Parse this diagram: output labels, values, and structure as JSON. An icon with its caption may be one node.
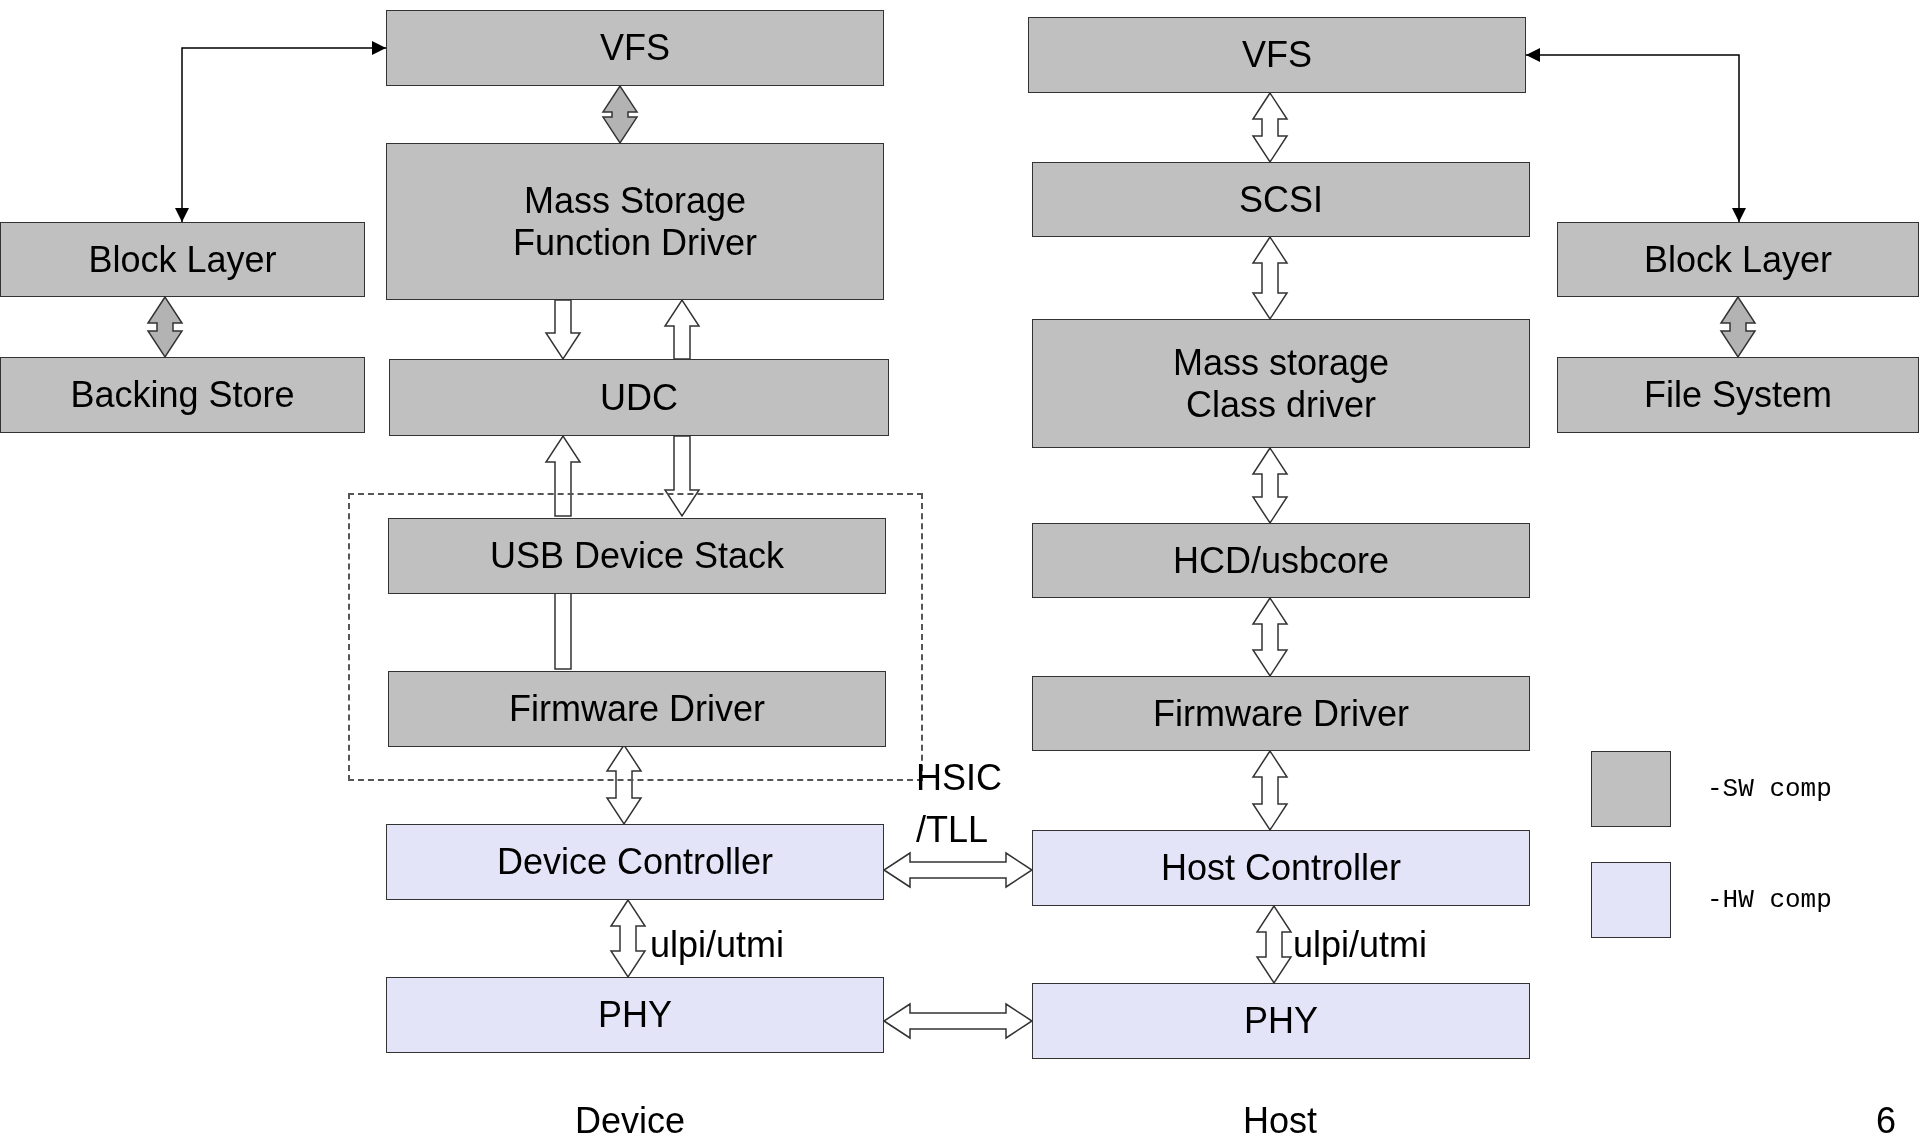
{
  "diagram": {
    "nodes": [
      {
        "text": [
          "VFS"
        ]
      },
      {
        "text": [
          "VFS"
        ]
      },
      {
        "text": [
          "Mass Storage Function Driver"
        ]
      },
      {
        "text": [
          "SCSI"
        ]
      },
      {
        "text": [
          "Block Layer"
        ]
      },
      {
        "text": [
          "Block Layer"
        ]
      },
      {
        "text": [
          "Backing Store"
        ]
      },
      {
        "text": [
          "UDC"
        ]
      },
      {
        "text": [
          "File System"
        ]
      },
      {
        "text": [
          "Mass storage Class driver"
        ]
      },
      {
        "text": [],
        "shape": "box"
      },
      {
        "text": [
          "USB Device Stack"
        ],
        "in": 10
      },
      {
        "text": [
          "HCD/usbcore"
        ]
      },
      {
        "text": [
          "Firmware Driver"
        ],
        "in": 10
      },
      {
        "text": [
          "Firmware Driver"
        ]
      },
      {
        "text": [
          "Device Controller"
        ]
      },
      {
        "text": [
          "Host Controller"
        ]
      },
      {
        "text": [
          "PHY"
        ]
      },
      {
        "text": [
          "PHY"
        ]
      }
    ],
    "edges": [
      {
        "from": 0,
        "to": 4,
        "arrow": "both"
      },
      {
        "from": 0,
        "to": 2,
        "arrow": "both",
        "style": "thick",
        "color": "#b3b3b3"
      },
      {
        "from": 4,
        "to": 6,
        "arrow": "both",
        "style": "thick",
        "color": "#b3b3b3"
      },
      {
        "from": 2,
        "to": 7,
        "arrow": "to",
        "style": "thick"
      },
      {
        "from": 7,
        "to": 2,
        "arrow": "to",
        "style": "thick"
      },
      {
        "from": 13,
        "to": 11,
        "arrow": "none",
        "style": "thick"
      },
      {
        "from": 11,
        "to": 7,
        "arrow": "to",
        "style": "thick"
      },
      {
        "from": 7,
        "to": 11,
        "arrow": "to",
        "style": "thick"
      },
      {
        "from": 13,
        "to": 15,
        "arrow": "both",
        "style": "thick"
      },
      {
        "from": 15,
        "to": 17,
        "arrow": "both",
        "style": "thick"
      },
      {
        "from": 15,
        "to": 16,
        "arrow": "both",
        "style": "thick"
      },
      {
        "from": 17,
        "to": 18,
        "arrow": "both",
        "style": "thick"
      },
      {
        "from": 1,
        "to": 5,
        "arrow": "both"
      },
      {
        "from": 1,
        "to": 3,
        "arrow": "both",
        "style": "thick"
      },
      {
        "from": 3,
        "to": 9,
        "arrow": "both",
        "style": "thick"
      },
      {
        "from": 9,
        "to": 12,
        "arrow": "both",
        "style": "thick"
      },
      {
        "from": 12,
        "to": 14,
        "arrow": "both",
        "style": "thick"
      },
      {
        "from": 14,
        "to": 16,
        "arrow": "both",
        "style": "thick"
      },
      {
        "from": 16,
        "to": 18,
        "arrow": "both",
        "style": "thick"
      },
      {
        "from": 5,
        "to": 8,
        "arrow": "both",
        "style": "thick",
        "color": "#b3b3b3"
      }
    ],
    "labels": [
      "HSIC /TLL",
      "ulpi/utmi",
      "ulpi/utmi",
      "Device",
      "Host",
      "6"
    ],
    "legend": [
      {
        "text": "-SW comp",
        "color": "#c0c0c0"
      },
      {
        "text": "-HW comp",
        "color": "#e4e4f8"
      }
    ]
  }
}
